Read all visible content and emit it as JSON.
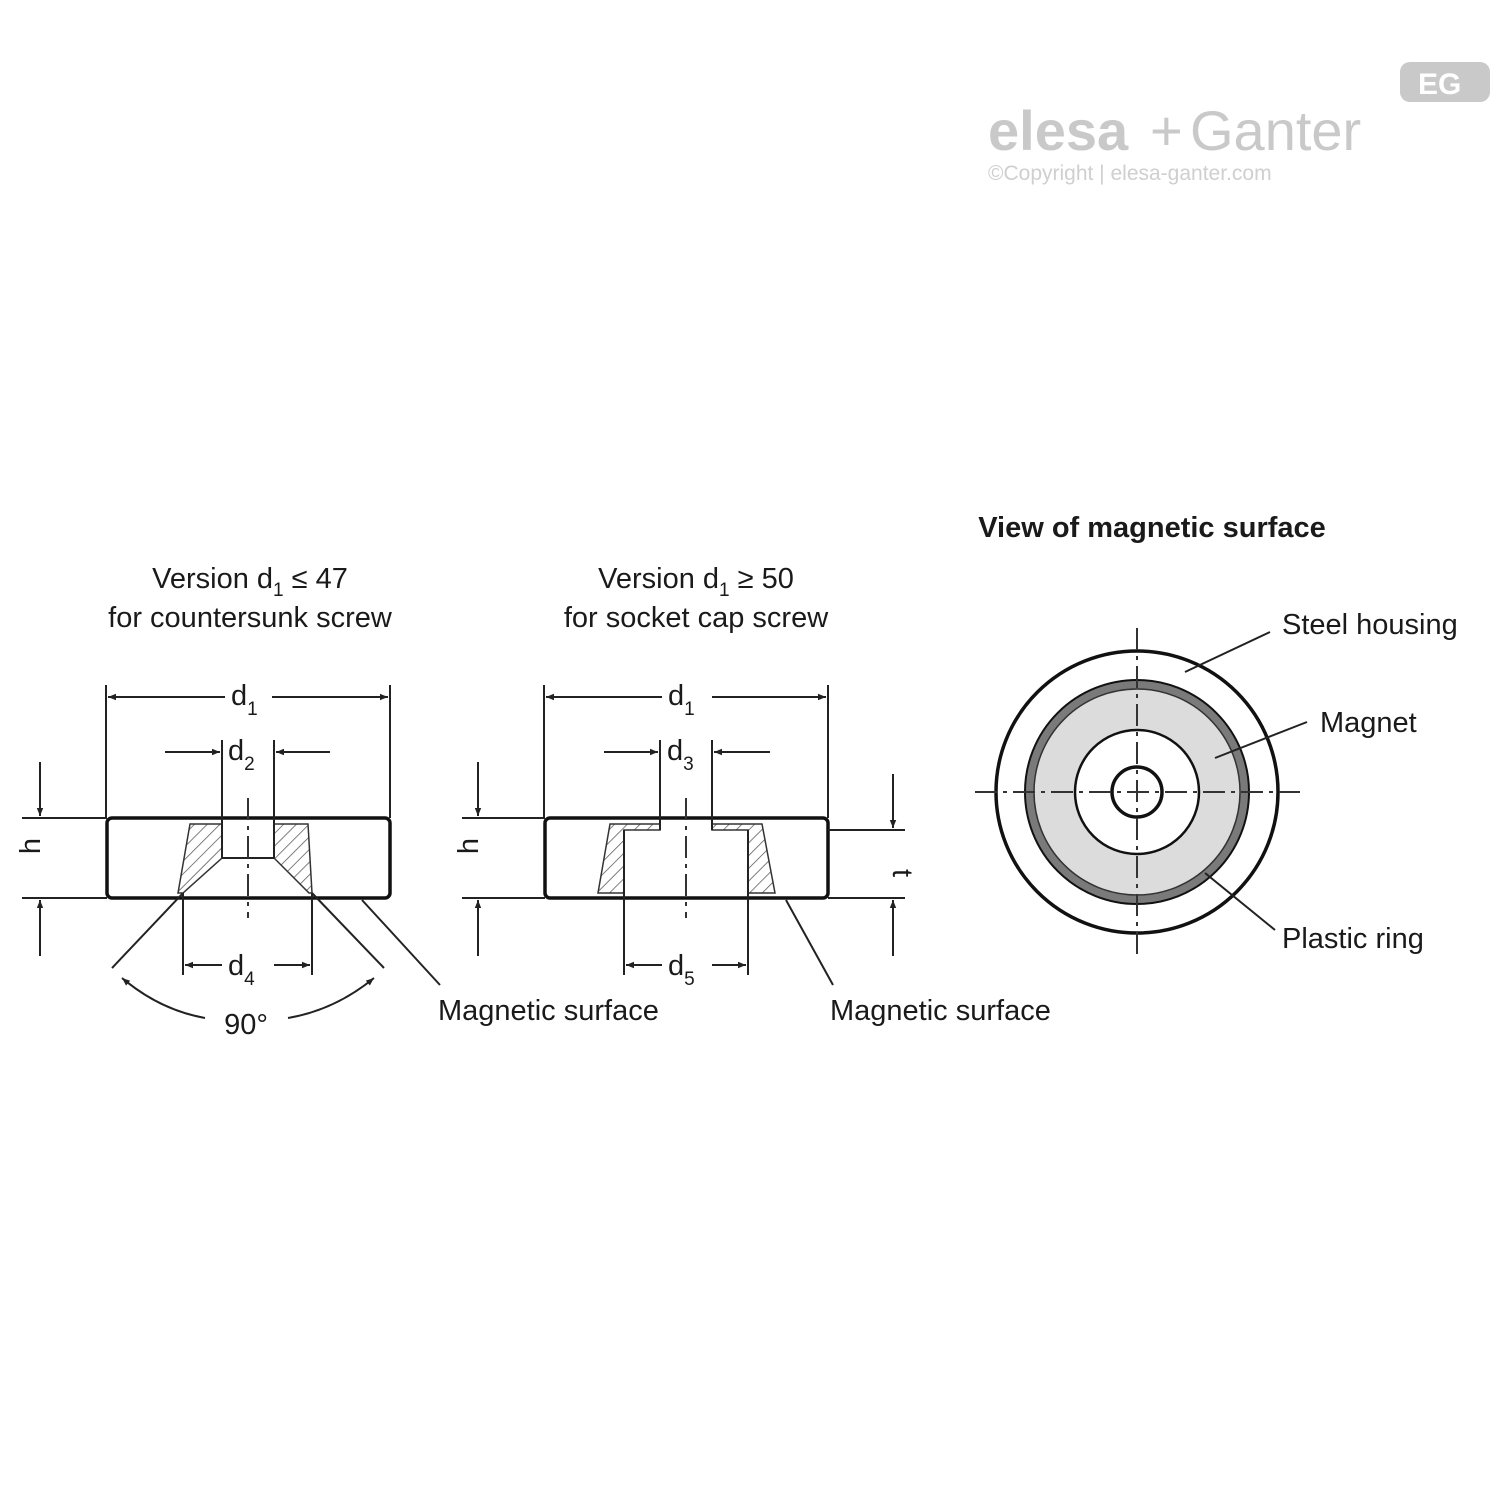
{
  "logo": {
    "brand_part1": "elesa",
    "plus": "+",
    "brand_part2": "Ganter",
    "badge": "EG",
    "copyright": "©Copyright | elesa-ganter.com"
  },
  "left_view": {
    "title_line1_pre": "Version d",
    "title_line1_sub": "1",
    "title_line1_post": " ≤ 47",
    "title_line2": "for countersunk screw",
    "dim_d1": "d",
    "dim_d1_sub": "1",
    "dim_d2": "d",
    "dim_d2_sub": "2",
    "dim_d4": "d",
    "dim_d4_sub": "4",
    "dim_h": "h",
    "angle": "90°",
    "callout": "Magnetic surface"
  },
  "middle_view": {
    "title_line1_pre": "Version d",
    "title_line1_sub": "1",
    "title_line1_post": " ≥ 50",
    "title_line2": "for socket cap screw",
    "dim_d1": "d",
    "dim_d1_sub": "1",
    "dim_d3": "d",
    "dim_d3_sub": "3",
    "dim_d5": "d",
    "dim_d5_sub": "5",
    "dim_h": "h",
    "dim_t": "t",
    "callout": "Magnetic surface"
  },
  "right_view": {
    "title": "View of magnetic surface",
    "callout_housing": "Steel housing",
    "callout_magnet": "Magnet",
    "callout_ring": "Plastic ring"
  },
  "colors": {
    "line": "#222222",
    "magnet_fill": "#dcdcdc",
    "ring_fill": "#7a7a7a",
    "logo": "#c9c9c9"
  }
}
